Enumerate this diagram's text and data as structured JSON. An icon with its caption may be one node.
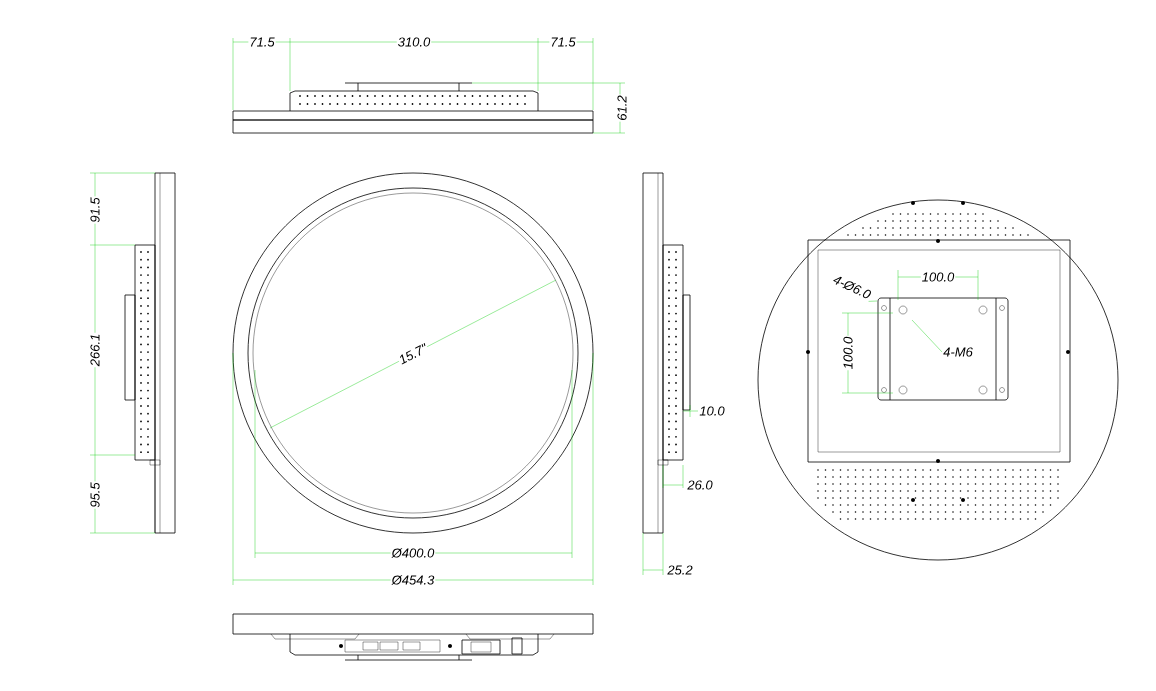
{
  "diagram": {
    "nodes": [
      {
        "text": [
          "4-Ø6.0"
        ]
      },
      {
        "text": [
          "4-M6"
        ]
      }
    ],
    "edges": [
      {
        "from": 0,
        "to": null,
        "arrow": "none"
      },
      {
        "from": 1,
        "to": null,
        "arrow": "none"
      }
    ],
    "labels": [
      "71.5",
      "310.0",
      "71.5",
      "61.2",
      "91.5",
      "266.1",
      "95.5",
      "15.7\"",
      "Ø400.0",
      "Ø454.3",
      "10.0",
      "26.0",
      "25.2",
      "100.0",
      "100.0"
    ]
  }
}
